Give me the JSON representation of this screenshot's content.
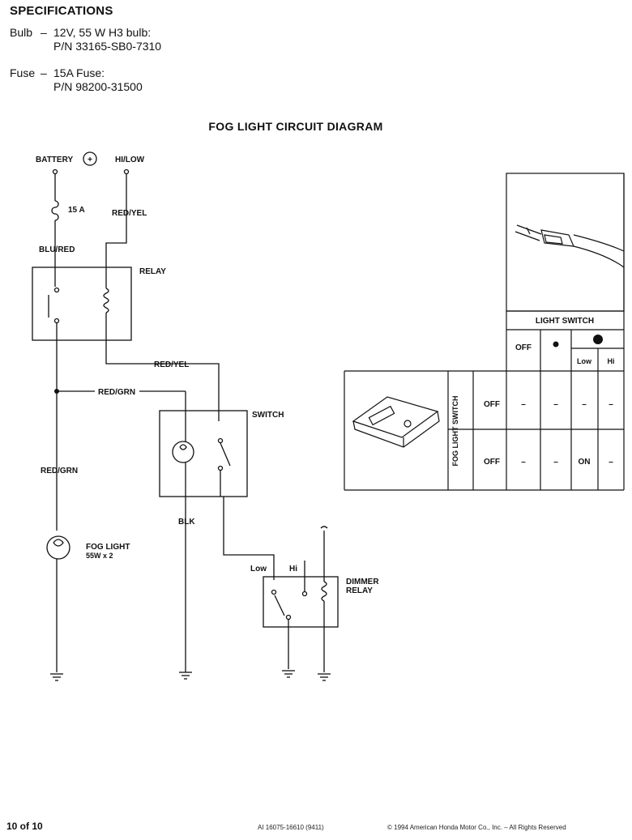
{
  "specs": {
    "title": "SPECIFICATIONS",
    "bulb_label": "Bulb",
    "bulb_dash": "–",
    "bulb_value": "12V, 55 W H3 bulb:",
    "bulb_pn": "P/N 33165-SB0-7310",
    "fuse_label": "Fuse",
    "fuse_dash": "–",
    "fuse_value": "15A Fuse:",
    "fuse_pn": "P/N 98200-31500"
  },
  "diagram": {
    "title": "FOG LIGHT CIRCUIT DIAGRAM",
    "labels": {
      "battery": "BATTERY",
      "battery_plus": "+",
      "hilow": "HI/LOW",
      "fuse_rating": "15 A",
      "red_yel_1": "RED/YEL",
      "blu_red": "BLU/RED",
      "relay": "RELAY",
      "red_yel_2": "RED/YEL",
      "red_grn_1": "RED/GRN",
      "switch": "SWITCH",
      "red_grn_2": "RED/GRN",
      "blk": "BLK",
      "fog_light": "FOG LIGHT",
      "fog_light_spec": "55W x 2",
      "low": "Low",
      "hi": "Hi",
      "dimmer": "DIMMER",
      "relay2": "RELAY"
    }
  },
  "switch_table": {
    "header": "LIGHT SWITCH",
    "columns": [
      "OFF",
      "●",
      "●"
    ],
    "sub_columns": [
      "Low",
      "Hi"
    ],
    "row_label": "FOG LIGHT SWITCH",
    "rows": [
      {
        "state": "OFF",
        "cells": [
          "–",
          "–",
          "–",
          "–"
        ]
      },
      {
        "state": "OFF",
        "cells": [
          "–",
          "–",
          "ON",
          "–"
        ]
      }
    ]
  },
  "footer": {
    "page": "10 of 10",
    "doc_number": "AI 16075-16610 (9411)",
    "copyright": "© 1994 American Honda Motor Co., Inc. – All Rights Reserved"
  }
}
